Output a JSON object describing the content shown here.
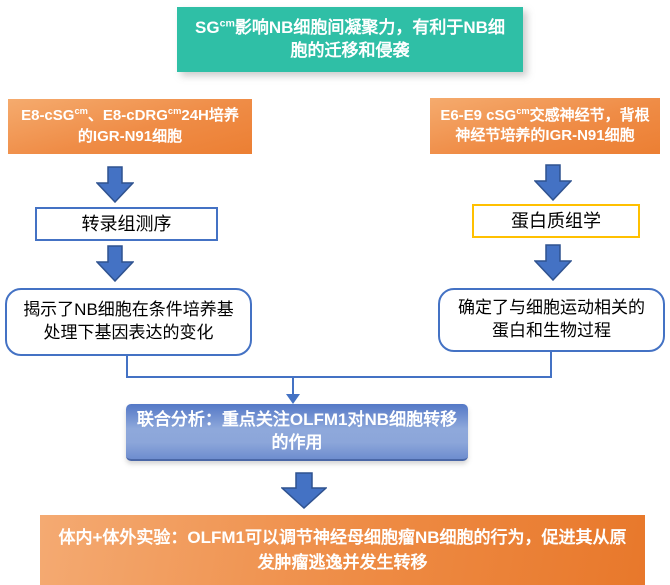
{
  "diagram": {
    "title": {
      "pre": "SG",
      "sup": "cm",
      "post": "影响NB细胞间凝聚力，有利于NB细胞的迁移和侵袭"
    },
    "left_branch": {
      "source": {
        "p1": "E8-cSG",
        "s1": "cm",
        "p2": "、E8-cDRG",
        "s2": "cm",
        "p3": "24H培养的IGR-N91细胞"
      },
      "method": "转录组测序",
      "result": "揭示了NB细胞在条件培养基处理下基因表达的变化"
    },
    "right_branch": {
      "source": {
        "p1": "E6-E9 cSG",
        "s1": "cm",
        "p2": "交感神经节，背根神经节培养的IGR-N91细胞"
      },
      "method": "蛋白质组学",
      "result": "确定了与细胞运动相关的蛋白和生物过程"
    },
    "joint_analysis": "联合分析：重点关注OLFM1对NB细胞转移的作用",
    "conclusion": "体内+体外实验：OLFM1可以调节神经母细胞瘤NB细胞的行为，促进其从原发肿瘤逃逸并发生转移"
  },
  "colors": {
    "title_teal": "#2fbfa6",
    "source_orange_light": "#f5ab6e",
    "source_orange_dark": "#ec7f33",
    "arrow_blue_fill": "#4472c4",
    "arrow_blue_border": "#2f528f",
    "method_left_border_blue": "#4472c4",
    "method_right_border_yellow": "#ffc000",
    "result_border_blue": "#4472c4",
    "joint_gradient_top": "#5478c6",
    "joint_gradient_mid": "#8ea8db",
    "joint_gradient_bottom": "#6e8dcf",
    "text_white": "#ffffff",
    "text_black": "#000000"
  }
}
